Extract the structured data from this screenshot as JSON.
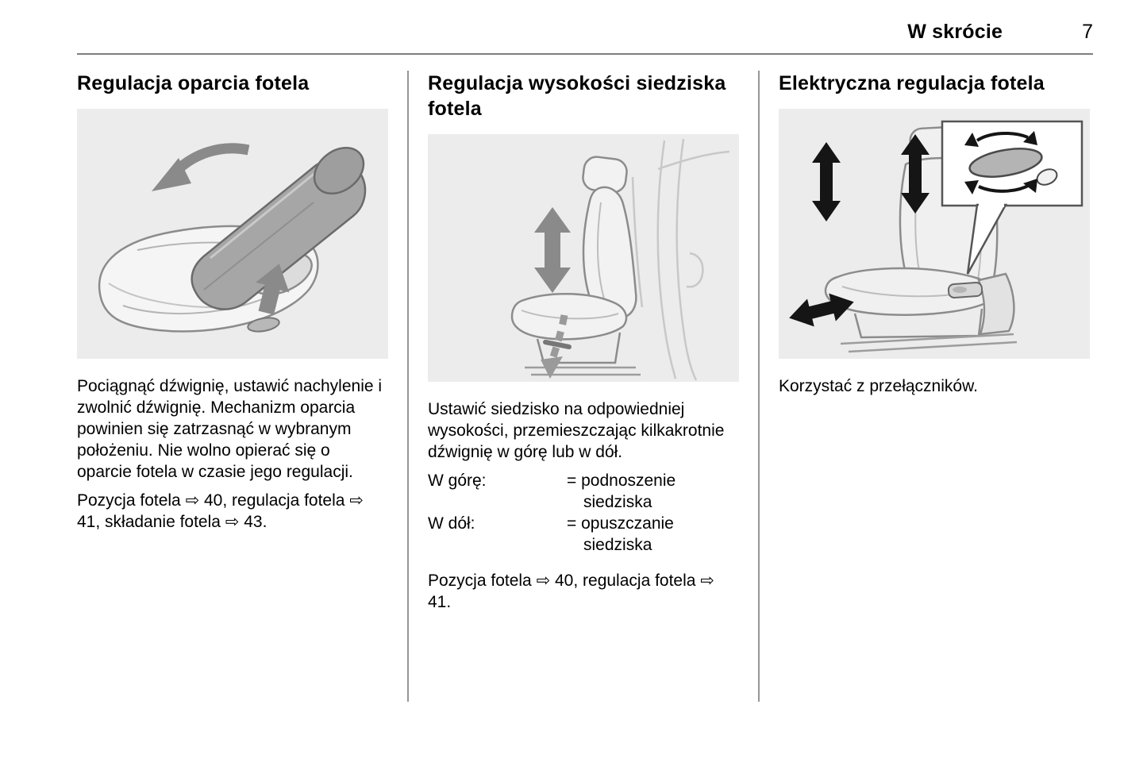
{
  "header": {
    "section_title": "W skrócie",
    "page_number": "7"
  },
  "columns": [
    {
      "heading": "Regulacja oparcia fotela",
      "illustration": "seat-backrest-adjustment",
      "paragraphs": [
        "Pociągnąć dźwignię, ustawić nachylenie i zwolnić dźwignię. Mechanizm oparcia powinien się zatrzasnąć w wybranym położeniu. Nie wolno opierać się o oparcie fotela w czasie jego regulacji.",
        "Pozycja fotela ⇨ 40, regulacja fotela ⇨ 41, składanie fotela ⇨ 43."
      ]
    },
    {
      "heading": "Regulacja wysokości siedziska fotela",
      "illustration": "seat-height-adjustment",
      "paragraphs": [
        "Ustawić siedzisko na odpowiedniej wysokości, przemieszczając kilkakrotnie dźwignię w górę lub w dół."
      ],
      "definitions": [
        {
          "term": "W górę:",
          "value": "= podnoszenie siedziska"
        },
        {
          "term": "W dół:",
          "value": "= opuszczanie siedziska"
        }
      ],
      "footer_paragraph": "Pozycja fotela ⇨ 40, regulacja fotela ⇨ 41."
    },
    {
      "heading": "Elektryczna regulacja fotela",
      "illustration": "seat-power-adjustment",
      "paragraphs": [
        "Korzystać z przełączników."
      ]
    }
  ],
  "colors": {
    "illustration_background": "#ececec",
    "rule": "#7e7e7e",
    "divider": "#969696"
  }
}
